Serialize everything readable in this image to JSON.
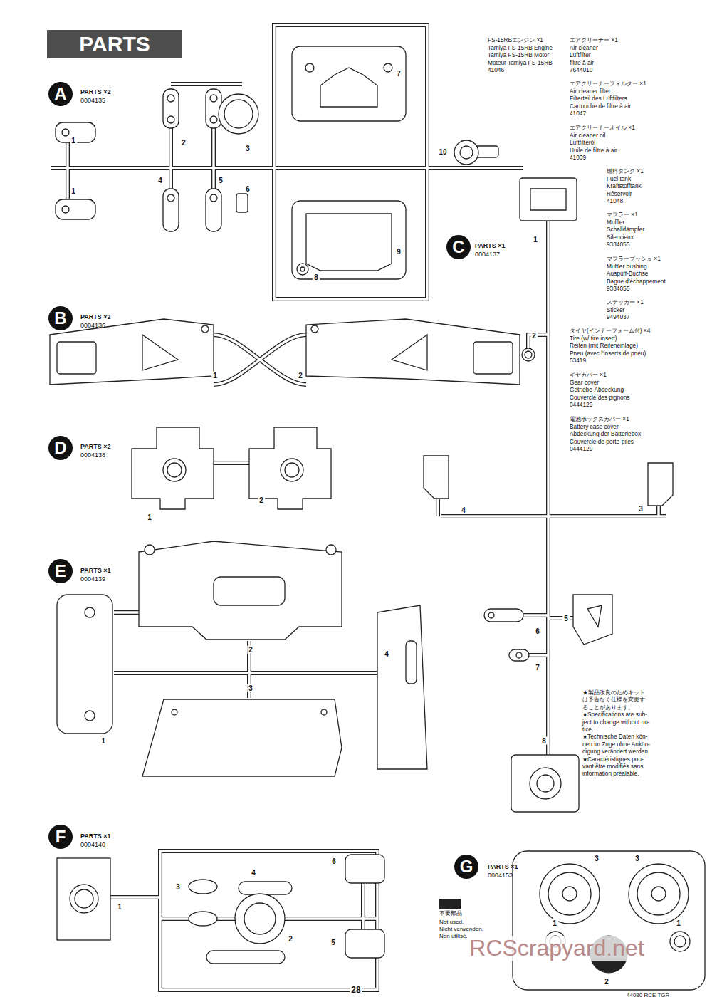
{
  "diagram": {
    "title": "PARTS",
    "nodes": [
      {
        "text": [
          "A"
        ]
      },
      {
        "text": [
          "B"
        ]
      },
      {
        "text": [
          "C"
        ]
      },
      {
        "text": [
          "D"
        ]
      },
      {
        "text": [
          "E"
        ]
      },
      {
        "text": [
          "F"
        ]
      },
      {
        "text": [
          "G"
        ]
      }
    ],
    "labels": [
      "PARTS ×2",
      "0004135",
      "1",
      "1",
      "2",
      "3",
      "4",
      "5",
      "6",
      "7",
      "8",
      "9",
      "10",
      "FS-15RBエンジン ×1",
      "Tamiya FS-15RB Engine",
      "Tamiya FS-15RB Motor",
      "Moteur Tamiya FS-15RB",
      "41046",
      "エアクリーナー ×1",
      "Air cleaner",
      "Luftfilter",
      "filtre à air",
      "7644010",
      "エアクリーナーフィルター ×1",
      "Air cleaner filter",
      "Filterteil des Luftfilters",
      "Cartouche de filtre à air",
      "41047",
      "エアクリーナーオイル ×1",
      "Air cleaner oil",
      "Luftfilteröl",
      "Huile de filtre à air",
      "41039",
      "燃料タンク ×1",
      "Fuel tank",
      "Kraftstofftank",
      "Réservoir",
      "41048",
      "マフラー ×1",
      "Muffler",
      "Schalldämpfer",
      "Silencieux",
      "9334055",
      "マフラーブッシュ ×1",
      "Muffler bushing",
      "Auspuff-Buchse",
      "Bague d'échappement",
      "9334055",
      "ステッカー ×1",
      "Sticker",
      "9494037",
      "タイヤ(インナーフォーム付) ×4",
      "Tire (w/ tire insert)",
      "Reifen (mit Reifeneinlage)",
      "Pneu (avec l'inserts de pneu)",
      "53419",
      "ギヤカバー ×1",
      "Gear cover",
      "Getriebe-Abdeckung",
      "Couvercle des pignons",
      "0444129",
      "電池ボックスカバー ×1",
      "Battery case cover",
      "Abdeckung der Batteriebox",
      "Couvercle de porte-piles",
      "0444129",
      "PARTS ×1",
      "0004137",
      "1",
      "2",
      "4",
      "3",
      "6",
      "5",
      "7",
      "8",
      "PARTS ×2",
      "0004136",
      "1",
      "2",
      "PARTS ×2",
      "0004138",
      "1",
      "2",
      "PARTS ×1",
      "0004139",
      "2",
      "3",
      "4",
      "1",
      "★製品改良のためキット",
      "は予告なく仕様を変更す",
      "ることがあります。",
      "★Specifications are sub-",
      "ject to change without no-",
      "tice.",
      "★Technische Daten kön-",
      "nen im Zuge ohne Ankün-",
      "digung verändert werden.",
      "★Caractéristiques pou-",
      "vant être modifiés sans",
      "information préalable.",
      "PARTS ×1",
      "0004140",
      "4",
      "3",
      "6",
      "1",
      "2",
      "5",
      "PARTS ×1",
      "0004153",
      "3",
      "3",
      "1",
      "1",
      "2",
      "Not used.",
      "Nicht verwenden.",
      "Non utilisé.",
      "28",
      "44030 RCE TGR",
      "RCScrapyard.net"
    ],
    "legend": [
      {
        "text": "不要部品",
        "color": "#222222"
      }
    ]
  }
}
